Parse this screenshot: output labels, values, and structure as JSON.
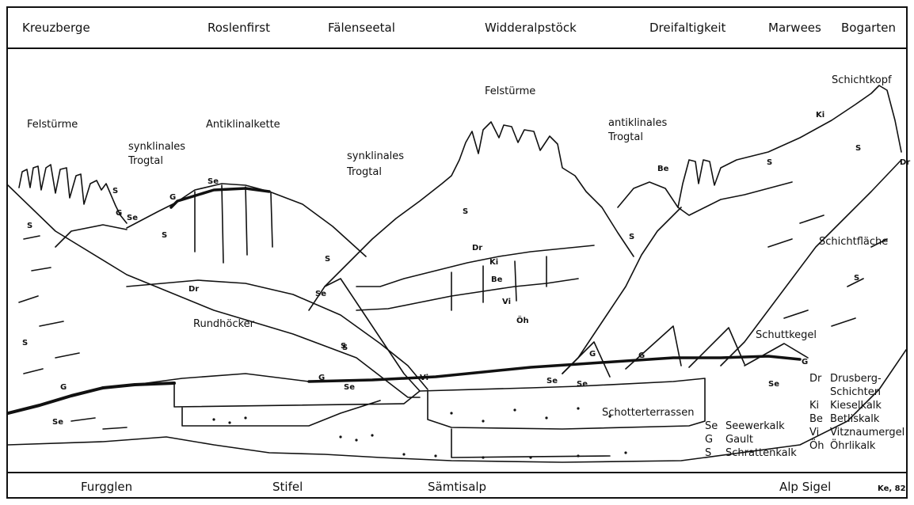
{
  "top_places": [
    "Kreuzberge",
    "Roslenfirst",
    "Fälenseetal",
    "Widderalpstöck",
    "Dreifaltigkeit",
    "Marwees",
    "Bogarten"
  ],
  "bottom_places": [
    "Furgglen",
    "Stifel",
    "Sämtisalp",
    "Alp Sigel"
  ],
  "signature": "Ke, 82",
  "features": {
    "felstuerme_left": "Felstürme",
    "felstuerme_center": "Felstürme",
    "antiklinalkette": "Antiklinalkette",
    "synklinales_trogtal_1": [
      "synklinales",
      "Trogtal"
    ],
    "synklinales_trogtal_2": [
      "synklinales",
      "Trogtal"
    ],
    "antiklinales_trogtal": [
      "antiklinales",
      "Trogtal"
    ],
    "schichtkopf": "Schichtkopf",
    "schichtflaeche": "Schichtfläche",
    "rundhoecker": "Rundhöcker",
    "schuttkegel": "Schuttkegel",
    "schotterterrassen": "Schotterterrassen"
  },
  "formation_marks": [
    "S",
    "G",
    "Se",
    "S",
    "Se",
    "G",
    "S",
    "S",
    "Dr",
    "Se",
    "S",
    "S",
    "Dr",
    "Ki",
    "Be",
    "Vi",
    "Öh",
    "S",
    "Vi",
    "Se",
    "G",
    "G",
    "Se",
    "Be",
    "Ki",
    "S",
    "S",
    "Dr",
    "S",
    "S",
    "G",
    "Se",
    "G",
    "S",
    "Se",
    "G",
    "Se"
  ],
  "legend": [
    {
      "abbr": "Se",
      "name": "Seewerkalk"
    },
    {
      "abbr": "G",
      "name": "Gault"
    },
    {
      "abbr": "S",
      "name": "Schrattenkalk"
    },
    {
      "abbr": "Dr",
      "name": "Drusberg-"
    },
    {
      "abbr": "",
      "name": "Schichten"
    },
    {
      "abbr": "Ki",
      "name": "Kieselkalk"
    },
    {
      "abbr": "Be",
      "name": "Betliskalk"
    },
    {
      "abbr": "Vi",
      "name": "Vitznaumergel"
    },
    {
      "abbr": "Öh",
      "name": "Öhrlikalk"
    }
  ]
}
